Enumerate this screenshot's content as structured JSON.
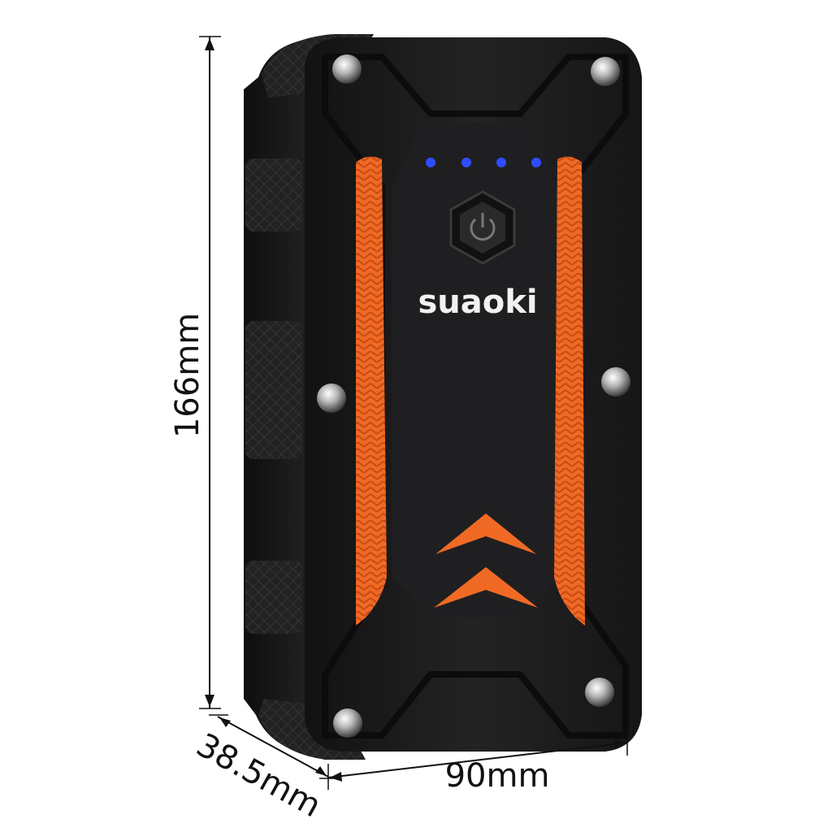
{
  "product": {
    "brand": "suaoki",
    "body_color": "#1b1b1d",
    "accent_color": "#f06a25",
    "led_color": "#2f4cff",
    "led_count": 4
  },
  "dimensions": {
    "height_label": "166mm",
    "width_label": "90mm",
    "depth_label": "38.5mm"
  },
  "icons": {
    "power_button": "power-icon",
    "bolt": "bolt-icon"
  }
}
